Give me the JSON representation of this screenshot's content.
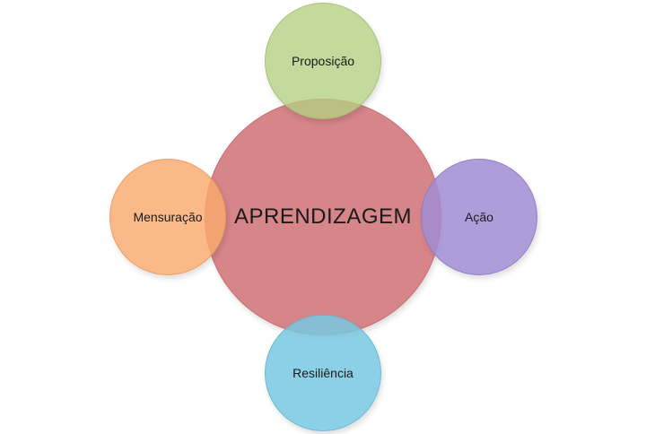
{
  "diagram": {
    "center": {
      "label": "APRENDIZAGEM",
      "color": "#D07478"
    },
    "nodes": [
      {
        "position": "top",
        "label": "Proposição",
        "color": "#B4D082"
      },
      {
        "position": "left",
        "label": "Mensuração",
        "color": "#F9AA6E"
      },
      {
        "position": "right",
        "label": "Ação",
        "color": "#A08CD2"
      },
      {
        "position": "bottom",
        "label": "Resiliência",
        "color": "#78C8E2"
      }
    ]
  }
}
